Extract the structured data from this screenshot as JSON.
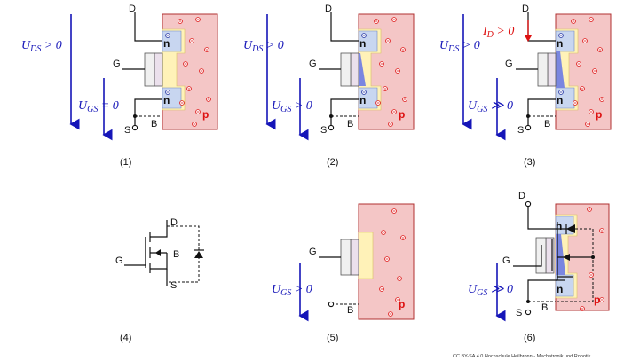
{
  "colors": {
    "p_fill": "#f4c6c6",
    "p_stroke": "#b03030",
    "n_fill": "#c8d6f0",
    "depletion": "#fff2b8",
    "channel": "#7a86e0",
    "oxide": "#ebe0ec",
    "gate": "#f0f0f0",
    "arrow": "#1515b8",
    "red": "#dd1111"
  },
  "labels": {
    "D": "D",
    "G": "G",
    "S": "S",
    "B": "B",
    "n": "n",
    "p": "p"
  },
  "panels": [
    {
      "caption": "(1)",
      "uds_main": "U",
      "uds_sub": "DS",
      "uds_rel": " > 0",
      "ugs_main": "U",
      "ugs_sub": "GS",
      "ugs_rel": " = 0"
    },
    {
      "caption": "(2)",
      "uds_main": "U",
      "uds_sub": "DS",
      "uds_rel": " > 0",
      "ugs_main": "U",
      "ugs_sub": "GS",
      "ugs_rel": " > 0"
    },
    {
      "caption": "(3)",
      "uds_main": "U",
      "uds_sub": "DS",
      "uds_rel": " > 0",
      "ugs_main": "U",
      "ugs_sub": "GS",
      "ugs_rel": " ≫ 0",
      "id_main": "I",
      "id_sub": "D",
      "id_rel": " > 0"
    },
    {
      "caption": "(4)"
    },
    {
      "caption": "(5)",
      "ugs_main": "U",
      "ugs_sub": "GS",
      "ugs_rel": " > 0"
    },
    {
      "caption": "(6)",
      "ugs_main": "U",
      "ugs_sub": "GS",
      "ugs_rel": " ≫ 0"
    }
  ],
  "copyright": "CC BY-SA 4.0 Hochschule Heilbronn - Mechatronik und Robotik"
}
